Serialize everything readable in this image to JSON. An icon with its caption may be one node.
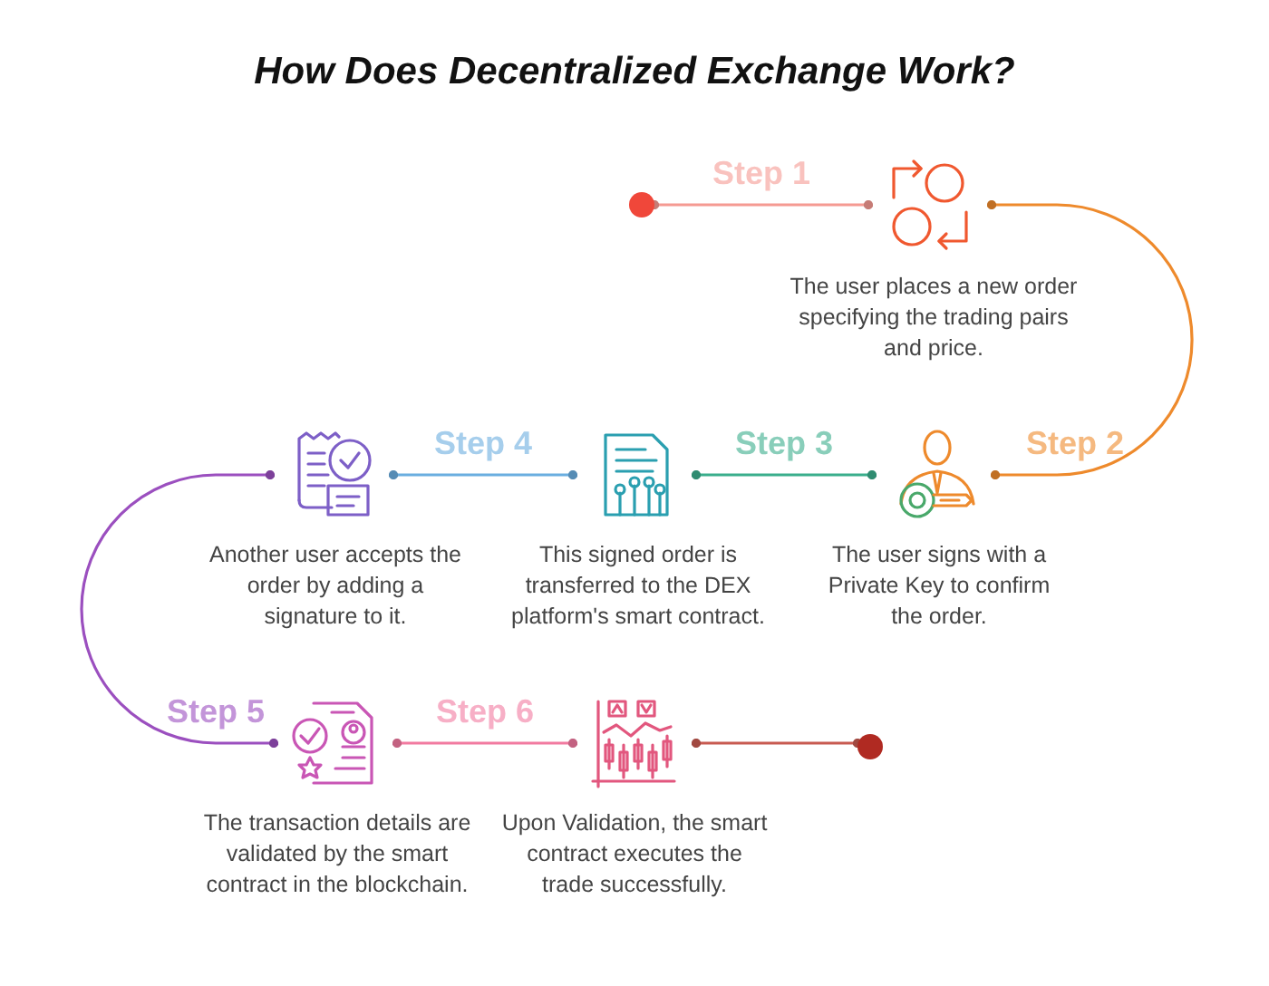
{
  "diagram": {
    "title": "How Does Decentralized Exchange Work?",
    "nodes": [
      {
        "text": [],
        "shape": "circle"
      },
      {
        "text": [],
        "shape": "picture",
        "beside": [
          "The user places a new order specifying the trading pairs and price."
        ]
      },
      {
        "text": [],
        "shape": "picture",
        "beside": [
          "The user signs with a Private Key to confirm the order."
        ]
      },
      {
        "text": [],
        "shape": "picture",
        "beside": [
          "This signed order is transferred to the DEX platform's smart contract."
        ]
      },
      {
        "text": [],
        "shape": "picture",
        "beside": [
          "Another user accepts the order by adding a signature to it."
        ]
      },
      {
        "text": [],
        "shape": "picture",
        "beside": [
          "The transaction details are validated by the smart contract in the blockchain."
        ]
      },
      {
        "text": [],
        "shape": "picture",
        "beside": [
          "Upon Validation, the smart contract executes the trade successfully."
        ]
      },
      {
        "text": [],
        "shape": "circle"
      }
    ],
    "edges": [
      {
        "from": 0,
        "to": 1,
        "arrow": "other",
        "label": "Step 1",
        "color": "#f59a92"
      },
      {
        "from": 1,
        "to": 2,
        "arrow": "other",
        "label": "Step 2",
        "color": "#ee8a2c"
      },
      {
        "from": 2,
        "to": 3,
        "arrow": "other",
        "label": "Step 3",
        "color": "#3aae8c"
      },
      {
        "from": 3,
        "to": 4,
        "arrow": "other",
        "label": "Step 4",
        "color": "#6aaee0"
      },
      {
        "from": 4,
        "to": 5,
        "arrow": "other",
        "label": "Step 5",
        "color": "#9b4fbf"
      },
      {
        "from": 5,
        "to": 6,
        "arrow": "other",
        "label": "Step 6",
        "color": "#f27aa0"
      },
      {
        "from": 6,
        "to": 7,
        "arrow": "other",
        "color": "#c85a50"
      }
    ]
  }
}
